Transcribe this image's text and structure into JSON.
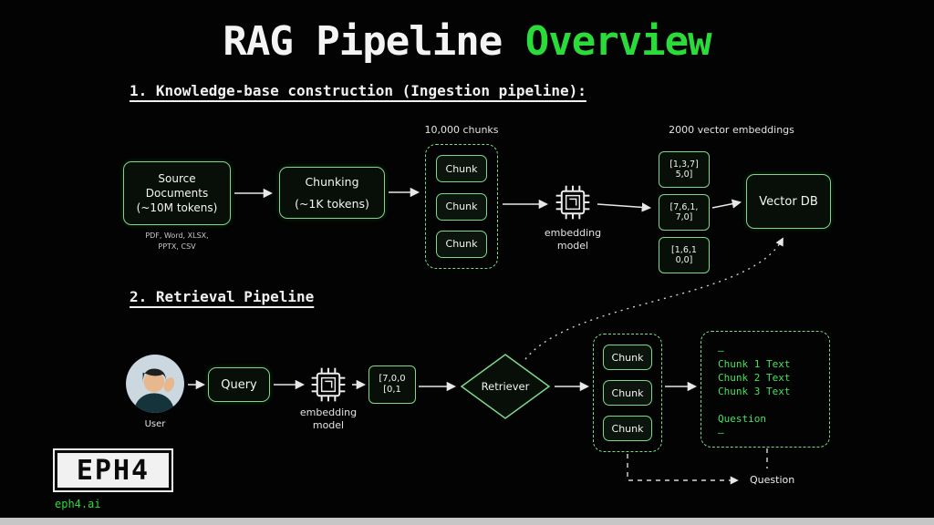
{
  "title": {
    "prefix": "RAG Pipeline ",
    "highlight": "Overview"
  },
  "sections": {
    "ingestion": {
      "heading": "1. Knowledge-base construction (Ingestion pipeline):",
      "source_documents": {
        "label": "Source\nDocuments\n(~10M tokens)",
        "caption": "PDF, Word, XLSX,\nPPTX, CSV"
      },
      "chunking": {
        "label": "Chunking\n(~1K tokens)"
      },
      "chunks": {
        "caption": "10,000 chunks",
        "items": [
          "Chunk",
          "Chunk",
          "Chunk"
        ]
      },
      "embedding_model": {
        "label": "embedding\nmodel"
      },
      "embeddings": {
        "caption": "2000 vector embeddings",
        "vectors": [
          "[1,3,7]\n5,0]",
          "[7,6,1,\n7,0]",
          "[1,6,1\n0,0]"
        ]
      },
      "vector_db": {
        "label": "Vector DB"
      }
    },
    "retrieval": {
      "heading": "2. Retrieval Pipeline",
      "user": {
        "label": "User"
      },
      "query": {
        "label": "Query"
      },
      "embedding_model": {
        "label": "embedding\nmodel"
      },
      "query_vector": "[7,0,0\n[0,1",
      "retriever": {
        "label": "Retriever"
      },
      "chunks": {
        "items": [
          "Chunk",
          "Chunk",
          "Chunk"
        ]
      },
      "prompt": {
        "lines": [
          "—",
          "Chunk 1 Text",
          "Chunk 2 Text",
          "Chunk 3 Text",
          "",
          "Question",
          "—"
        ]
      },
      "question_label": "Question"
    }
  },
  "footer": {
    "logo": "EPH4",
    "site": "eph4.ai"
  },
  "colors": {
    "accent": "#2bdb3a",
    "box_border": "#7ed88b",
    "arrow": "#e8e8e8",
    "background": "#020302"
  }
}
